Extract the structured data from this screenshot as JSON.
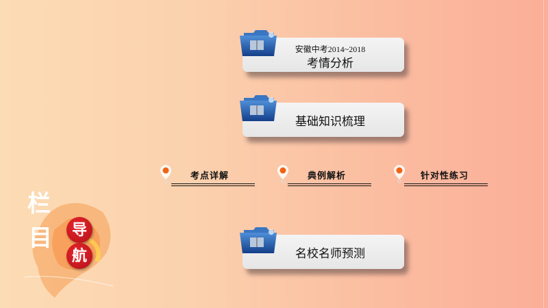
{
  "slide": {
    "background_colors": {
      "left": "#fcdcb4",
      "right": "#fbae98"
    },
    "cards": [
      {
        "line1": "安徽中考2014~2018",
        "line2": "考情分析",
        "icon": "book-folder-icon"
      },
      {
        "label": "基础知识梳理",
        "icon": "book-folder-icon"
      },
      {
        "label": "名校名师预测",
        "icon": "book-folder-icon"
      }
    ],
    "sub_items": [
      {
        "label": "考点详解",
        "icon": "location-pin-icon"
      },
      {
        "label": "典例解析",
        "icon": "location-pin-icon"
      },
      {
        "label": "针对性练习",
        "icon": "location-pin-icon"
      }
    ],
    "title_block": {
      "vertical_chars": [
        "栏",
        "目"
      ],
      "badge_chars": [
        "导",
        "航"
      ],
      "accent_color": "#d01a20"
    }
  }
}
